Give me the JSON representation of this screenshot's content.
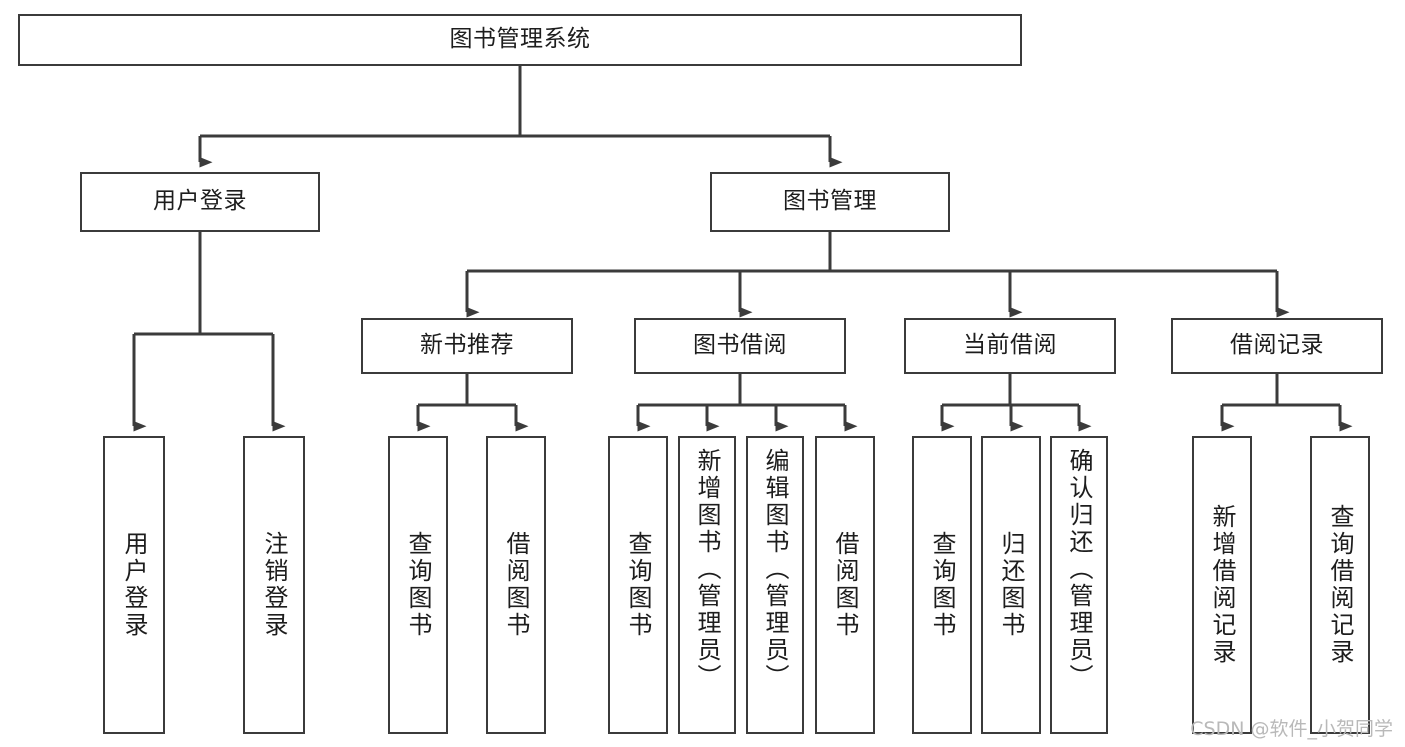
{
  "diagram": {
    "title": "图书管理系统",
    "type": "tree-hierarchy",
    "root": {
      "id": "root",
      "label": "图书管理系统"
    },
    "level2": [
      {
        "id": "user-login",
        "label": "用户登录"
      },
      {
        "id": "book-management",
        "label": "图书管理"
      }
    ],
    "level3": [
      {
        "id": "new-book-recommend",
        "label": "新书推荐",
        "parent": "book-management"
      },
      {
        "id": "book-borrow",
        "label": "图书借阅",
        "parent": "book-management"
      },
      {
        "id": "current-borrow",
        "label": "当前借阅",
        "parent": "book-management"
      },
      {
        "id": "borrow-record",
        "label": "借阅记录",
        "parent": "book-management"
      }
    ],
    "leaves": [
      {
        "id": "leaf-user-login",
        "label": "用户登录",
        "parent": "user-login"
      },
      {
        "id": "leaf-logout-login",
        "label": "注销登录",
        "parent": "user-login"
      },
      {
        "id": "leaf-query-book-1",
        "label": "查询图书",
        "parent": "new-book-recommend"
      },
      {
        "id": "leaf-borrow-book-1",
        "label": "借阅图书",
        "parent": "new-book-recommend"
      },
      {
        "id": "leaf-query-book-2",
        "label": "查询图书",
        "parent": "book-borrow"
      },
      {
        "id": "leaf-add-book",
        "label": "新增图书（管理员）",
        "parent": "book-borrow"
      },
      {
        "id": "leaf-edit-book",
        "label": "编辑图书（管理员）",
        "parent": "book-borrow"
      },
      {
        "id": "leaf-borrow-book-2",
        "label": "借阅图书",
        "parent": "book-borrow"
      },
      {
        "id": "leaf-query-book-3",
        "label": "查询图书",
        "parent": "current-borrow"
      },
      {
        "id": "leaf-return-book",
        "label": "归还图书",
        "parent": "current-borrow"
      },
      {
        "id": "leaf-confirm-return",
        "label": "确认归还（管理员）",
        "parent": "current-borrow"
      },
      {
        "id": "leaf-add-record",
        "label": "新增借阅记录",
        "parent": "borrow-record"
      },
      {
        "id": "leaf-query-record",
        "label": "查询借阅记录",
        "parent": "borrow-record"
      }
    ]
  },
  "watermark": {
    "text": "CSDN @软件_小贺同学"
  },
  "colors": {
    "stroke": "#3b3b3b",
    "background": "#ffffff",
    "text": "#1d1d1d",
    "watermark": "#b9b9b9"
  }
}
